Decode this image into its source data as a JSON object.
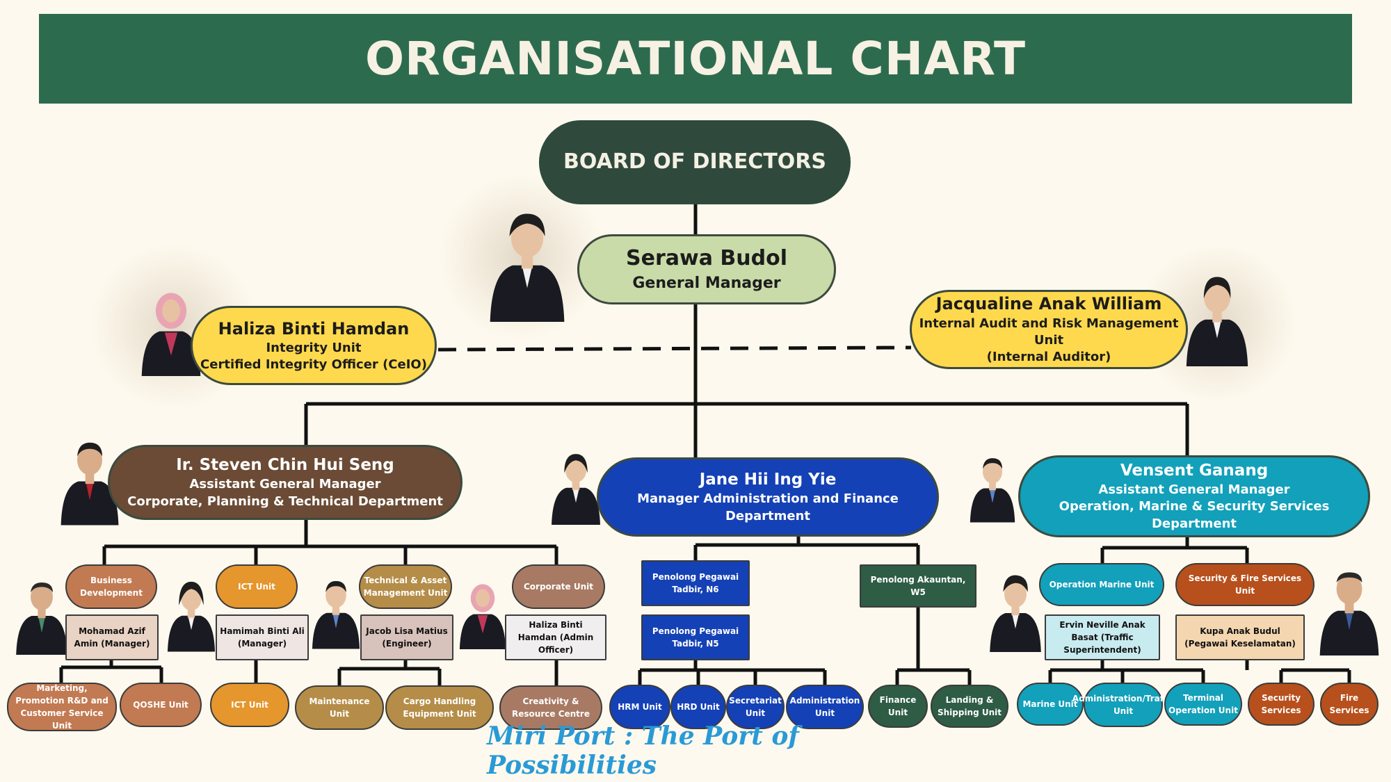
{
  "title": "ORGANISATIONAL CHART",
  "board": "BOARD OF DIRECTORS",
  "general_manager": {
    "name": "Serawa Budol",
    "role": "General Manager"
  },
  "integrity": {
    "name": "Haliza Binti Hamdan",
    "unit": "Integrity Unit",
    "role": "Certified Integrity Officer (CeIO)"
  },
  "auditor": {
    "name": "Jacqualine Anak William",
    "unit": "Internal Audit and Risk Management Unit",
    "role": "(Internal Auditor)"
  },
  "dept_corporate": {
    "name": "Ir. Steven Chin Hui Seng",
    "role": "Assistant General Manager",
    "dept": "Corporate, Planning & Technical Department"
  },
  "dept_admin": {
    "name": "Jane Hii Ing Yie",
    "dept": "Manager Administration and Finance Department"
  },
  "dept_operation": {
    "name": "Vensent Ganang",
    "role": "Assistant General Manager",
    "dept": "Operation, Marine & Security Services  Department"
  },
  "corporate_units": {
    "business_dev": "Business Development",
    "business_dev_head": "Mohamad Azif Amin (Manager)",
    "ict": "ICT Unit",
    "ict_head": "Hamimah Binti Ali (Manager)",
    "technical": "Technical & Asset Management Unit",
    "technical_head": "Jacob Lisa Matius (Engineer)",
    "corporate": "Corporate Unit",
    "corporate_head": "Haliza Binti Hamdan (Admin Officer)",
    "marketing": "Marketing, Promotion R&D and Customer Service Unit",
    "qoshe": "QOSHE Unit",
    "ict_sub": "ICT Unit",
    "maintenance": "Maintenance Unit",
    "cargo": "Cargo Handling Equipment Unit",
    "creativity": "Creativity & Resource Centre"
  },
  "admin_units": {
    "penolong_n6": "Penolong Pegawai Tadbir, N6",
    "penolong_n5": "Penolong Pegawai Tadbir, N5",
    "akauntan": "Penolong Akauntan, W5",
    "hrm": "HRM Unit",
    "hrd": "HRD Unit",
    "secretariat": "Secretariat Unit",
    "administration": "Administration Unit",
    "finance": "Finance Unit",
    "landing": "Landing & Shipping Unit"
  },
  "operation_units": {
    "operation_marine": "Operation Marine Unit",
    "operation_head": "Ervin Neville Anak Basat (Traffic Superintendent)",
    "security_fire": "Security & Fire Services Unit",
    "security_head": "Kupa Anak Budul (Pegawai Keselamatan)",
    "marine": "Marine Unit",
    "admin_traffic": "Administration/Traffic Unit",
    "terminal": "Terminal Operation Unit",
    "security": "Security Services",
    "fire": "Fire Services"
  },
  "footer": "Miri Port : The Port of Possibilities",
  "colors": {
    "banner": "#2d6b4f",
    "board": "#2f4a3c",
    "gm": "#c9dba8",
    "yellow": "#ffd94d",
    "brown": "#6b4b35",
    "blue": "#1541b6",
    "teal": "#12a0ba",
    "orange": "#e5962c",
    "red": "#b7501c",
    "green": "#2e5c45"
  },
  "icons": [
    "person-photo-icon"
  ]
}
